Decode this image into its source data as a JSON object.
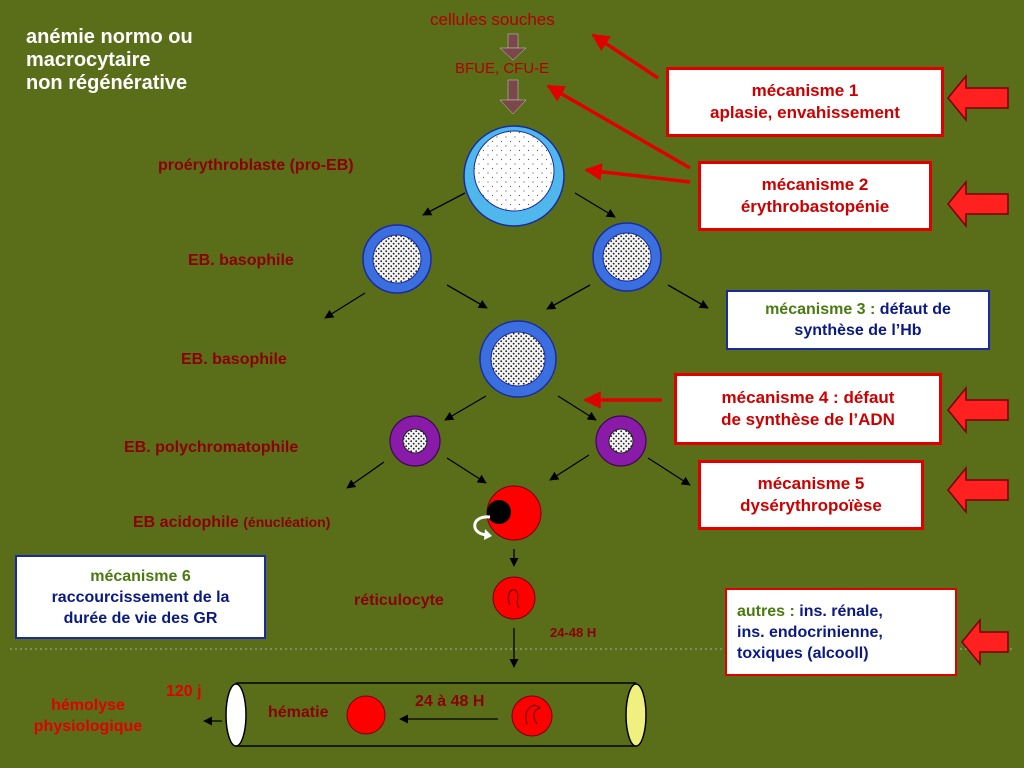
{
  "title": {
    "line1": "anémie normo ou",
    "line2": "macrocytaire",
    "line3": "non régénérative"
  },
  "stem": {
    "cellules_souches": "cellules souches",
    "bfue": "BFUE, CFU-E"
  },
  "stages": {
    "pro_eb": "proérythroblaste (pro-EB)",
    "eb_baso_1": "EB. basophile",
    "eb_baso_2": "EB. basophile",
    "eb_poly": "EB. polychromatophile",
    "eb_acido": "EB acidophile",
    "eb_acido_note": "(énucléation)",
    "reticulocyte": "réticulocyte",
    "hematie": "hématie"
  },
  "timings": {
    "reti_time": "24-48 H",
    "vessel_time": "24 à 48 H",
    "lifespan": "120 j"
  },
  "hemolyse": {
    "line1": "hémolyse",
    "line2": "physiologique"
  },
  "mechanisms": {
    "m1": {
      "line1": "mécanisme 1",
      "line2": "aplasie, envahissement"
    },
    "m2": {
      "line1": "mécanisme 2",
      "line2": "érythrobastopénie"
    },
    "m3": {
      "label": "mécanisme 3 :",
      "line1": "défaut de",
      "line2": "synthèse de l’Hb"
    },
    "m4": {
      "line1": "mécanisme 4 : défaut",
      "line2": "de synthèse de l’ADN"
    },
    "m5": {
      "line1": "mécanisme 5",
      "line2": "dysérythropoïèse"
    },
    "m6": {
      "label": "mécanisme 6",
      "line1": "raccourcissement de la",
      "line2": "durée de vie des GR"
    },
    "autres": {
      "label": "autres :",
      "line1": "ins. rénale,",
      "line2": "ins. endocrinienne,",
      "line3": "toxiques (alcooll)"
    }
  },
  "colors": {
    "background": "#5a6e1a",
    "red": "#e00000",
    "blue": "#3b6fe0",
    "purple": "#8a1aa8",
    "navy": "#0a1a80"
  }
}
